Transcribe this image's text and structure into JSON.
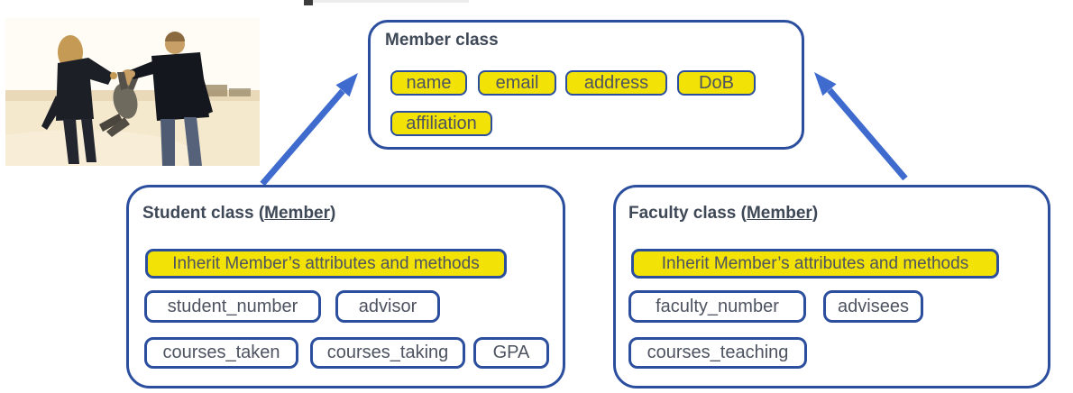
{
  "colors": {
    "border_navy": "#2b4f9e",
    "arrow_blue": "#3e6bcd",
    "chip_yellow": "#f2e205",
    "chip_text": "#4d5360",
    "title_text": "#3e4857"
  },
  "photo": {
    "description": "family walking on beach swinging a child"
  },
  "member_class": {
    "title": "Member class",
    "attributes": [
      "name",
      "email",
      "address",
      "DoB",
      "affiliation"
    ]
  },
  "student_class": {
    "title_prefix": "Student class (",
    "title_parent": "Member",
    "title_suffix": ")",
    "inherit_label": "Inherit Member’s attributes and methods",
    "attributes": [
      "student_number",
      "advisor",
      "courses_taken",
      "courses_taking",
      "GPA"
    ]
  },
  "faculty_class": {
    "title_prefix": "Faculty class (",
    "title_parent": "Member",
    "title_suffix": ")",
    "inherit_label": "Inherit Member’s attributes and methods",
    "attributes": [
      "faculty_number",
      "advisees",
      "courses_teaching"
    ]
  }
}
